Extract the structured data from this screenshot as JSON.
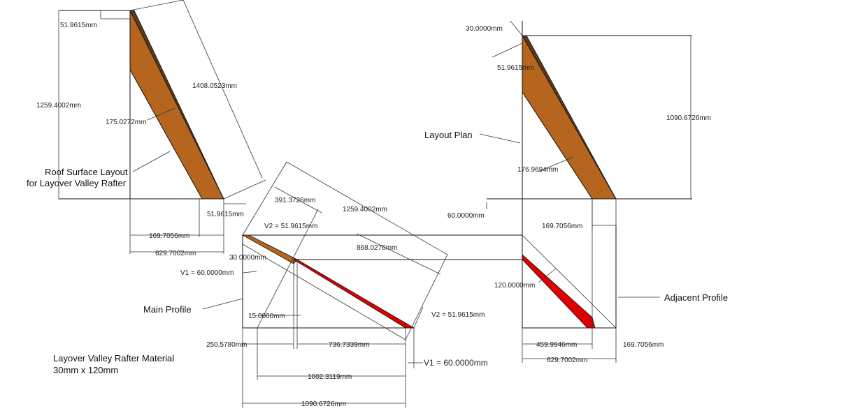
{
  "colors": {
    "rafter_face": "#b5651d",
    "rafter_edge": "#5a3a1a",
    "valley_red": "#dd0000",
    "line": "#111111"
  },
  "labels": {
    "roof_surface_1": "Roof Surface Layout",
    "roof_surface_2": "for Layover Valley Rafter",
    "layout_plan": "Layout Plan",
    "main_profile": "Main Profile",
    "adjacent_profile": "Adjacent Profile",
    "material_1": "Layover Valley Rafter Material",
    "material_2": "30mm x 120mm"
  },
  "dims": {
    "d_51_top": "51.9615mm",
    "d_1259_left": "1259.4002mm",
    "d_1408": "1408.0523mm",
    "d_175": "175.0272mm",
    "d_51_bottom": "51.9615mm",
    "d_169_left": "169.7056mm",
    "d_629_left": "629.7002mm",
    "d_30_right": "30.0000mm",
    "d_51_right": "51.9615mm",
    "d_1090_right": "1090.6726mm",
    "d_176": "176.9694mm",
    "d_60_mid": "60.0000mm",
    "d_169_right": "169.7056mm",
    "d_391": "391.3726mm",
    "d_1259_mid": "1259.4002mm",
    "d_v2_top": "V2 = 51.9615mm",
    "d_868": "868.0276mm",
    "d_30_mid": "30.0000mm",
    "d_v1_left": "V1 = 60.0000mm",
    "d_120": "120.0000mm",
    "d_15": "15.0000mm",
    "d_v2_bottom": "V2 = 51.9615mm",
    "d_250": "250.5780mm",
    "d_736": "736.7339mm",
    "d_v1_bottom": "V1 = 60.0000mm",
    "d_1002": "1002.3119mm",
    "d_1090_bottom": "1090.6726mm",
    "d_459": "459.9946mm",
    "d_169_br": "169.7056mm",
    "d_629_br": "629.7002mm"
  }
}
